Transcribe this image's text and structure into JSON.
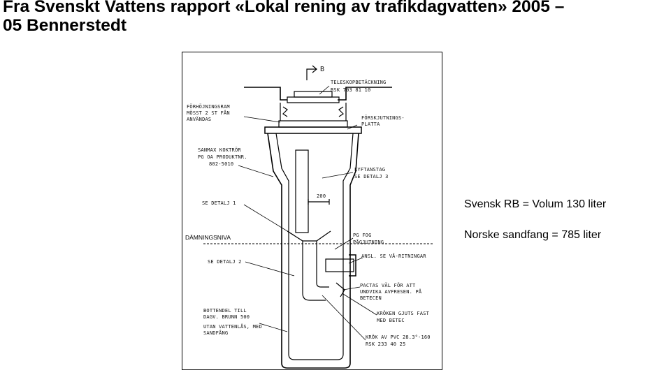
{
  "header": {
    "title_line1": "Fra Svenskt Vattens rapport «Lokal rening av trafikdagvatten» 2005 –",
    "title_line2": "05 Bennerstedt"
  },
  "notes": {
    "swedish_volume": "Svensk RB = Volum 130 liter",
    "norwegian_volume": "Norske sandfang = 785 liter"
  },
  "drawing": {
    "section_mark": "B",
    "labels": {
      "teleskop": "TELESKOPBETÄCKNING",
      "rsk_top": "RSK 703 81 10",
      "forhojning_1": "FÖRHÖJNINGSRAM",
      "forhojning_2": "MÖSST 2 ST FÅN",
      "forhojning_3": "ANVÄNDAS",
      "forskjut_1": "FÖRSKJUTNINGS-",
      "forskjut_2": "PLATTA",
      "sanmax_1": "SANMAX KOKTRÖR",
      "sanmax_2": "PG OA PRODUKTNR.",
      "sanmax_3": "802-5010",
      "lyft_1": "LYFTANSTAG",
      "lyft_2": "SE DETALJ 3",
      "dim_200": "200",
      "detalj1": "SE DETALJ 1",
      "damning": "DÄMNINGSNIVA",
      "pgfog_1": "PG FOG",
      "pgfog_2": "PÅGJUTNING",
      "anslutning": "ANSL. SE VÅ-RITNINGAR",
      "detalj2": "SE DETALJ 2",
      "pacta_1": "PACTAS VÄL FÖR ATT",
      "pacta_2": "UNDVIKA AVFRESEN. PÅ",
      "pacta_3": "BETECEN",
      "kroken_1": "KRÖKEN GJUTS FAST",
      "kroken_2": "MED BETEC",
      "bottendel_1": "BOTTENDEL TILL",
      "bottendel_2": "DAGV. BRUNN 500",
      "bottendel_3": "UTAN VATTENLÅS, MED",
      "bottendel_4": "SANDFÅNG",
      "krok_1": "KRÖK AV PVC 28.3°-160",
      "krok_2": "RSK 233 40 25"
    }
  }
}
